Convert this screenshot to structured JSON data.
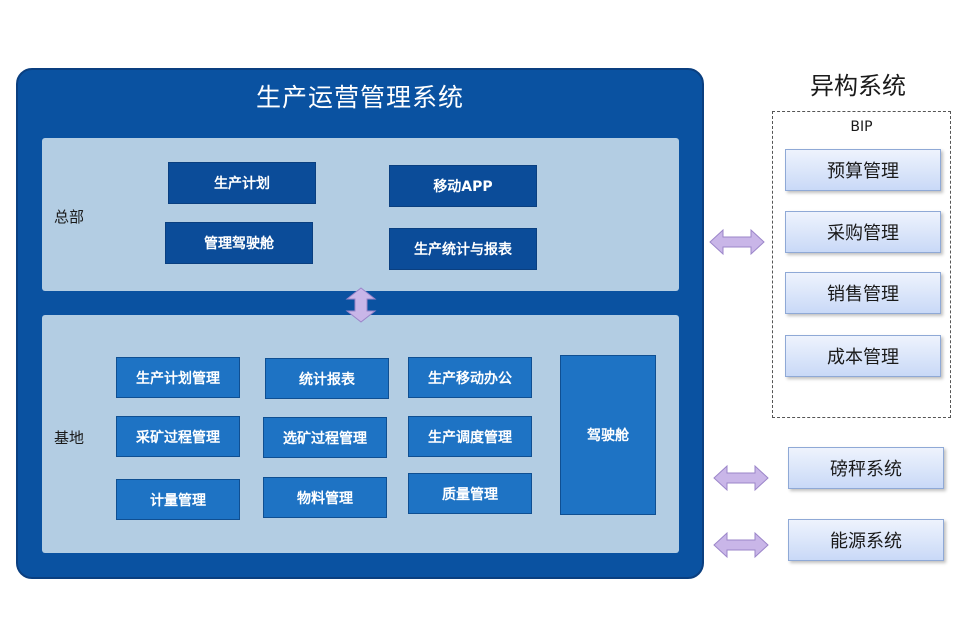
{
  "main": {
    "title": "生产运营管理系统",
    "hq": {
      "label": "总部",
      "modules": [
        "生产计划",
        "移动APP",
        "管理驾驶舱",
        "生产统计与报表"
      ]
    },
    "base": {
      "label": "基地",
      "modules": [
        "生产计划管理",
        "统计报表",
        "生产移动办公",
        "采矿过程管理",
        "选矿过程管理",
        "生产调度管理",
        "计量管理",
        "物料管理",
        "质量管理",
        "驾驶舱"
      ]
    }
  },
  "hetero": {
    "title": "异构系统",
    "bip": {
      "label": "BIP",
      "items": [
        "预算管理",
        "采购管理",
        "销售管理",
        "成本管理"
      ]
    },
    "others": [
      "磅秤系统",
      "能源系统"
    ]
  },
  "colors": {
    "frame": "#0a52a1",
    "panel": "#b3cde3",
    "module_dark": "#0b4c99",
    "module_light": "#1e73c4",
    "arrow": "#c9b6e8"
  },
  "icons": {
    "arrow_horizontal": "double-headed-arrow-icon",
    "arrow_vertical": "double-headed-arrow-icon"
  }
}
